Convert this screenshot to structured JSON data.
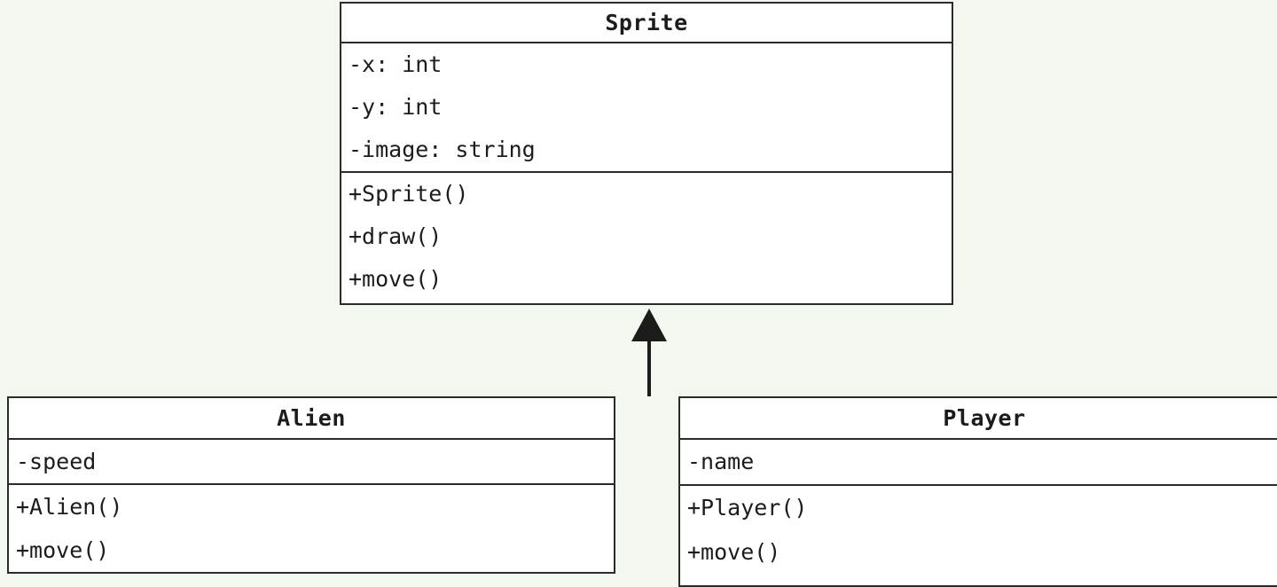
{
  "diagram": {
    "kind": "uml-class-diagram",
    "background_color": "#f2f7f0",
    "box_fill_color": "#ffffff",
    "line_color": "#2b2b2b",
    "classes": [
      {
        "id": "sprite",
        "name": "Sprite",
        "role": "superclass",
        "attributes": [
          "-x: int",
          "-y: int",
          "-image: string"
        ],
        "methods": [
          "+Sprite()",
          "+draw()",
          "+move()"
        ]
      },
      {
        "id": "alien",
        "name": "Alien",
        "role": "subclass",
        "attributes": [
          "-speed"
        ],
        "methods": [
          "+Alien()",
          "+move()"
        ]
      },
      {
        "id": "player",
        "name": "Player",
        "role": "subclass",
        "attributes": [
          "-name"
        ],
        "methods": [
          "+Player()",
          "+move()"
        ]
      }
    ],
    "relationships": [
      {
        "type": "generalization",
        "label": "",
        "from": [
          "Alien",
          "Player"
        ],
        "to": "Sprite",
        "arrowhead": "solid-triangle",
        "arrow_color": "#1c1c1c"
      }
    ]
  }
}
